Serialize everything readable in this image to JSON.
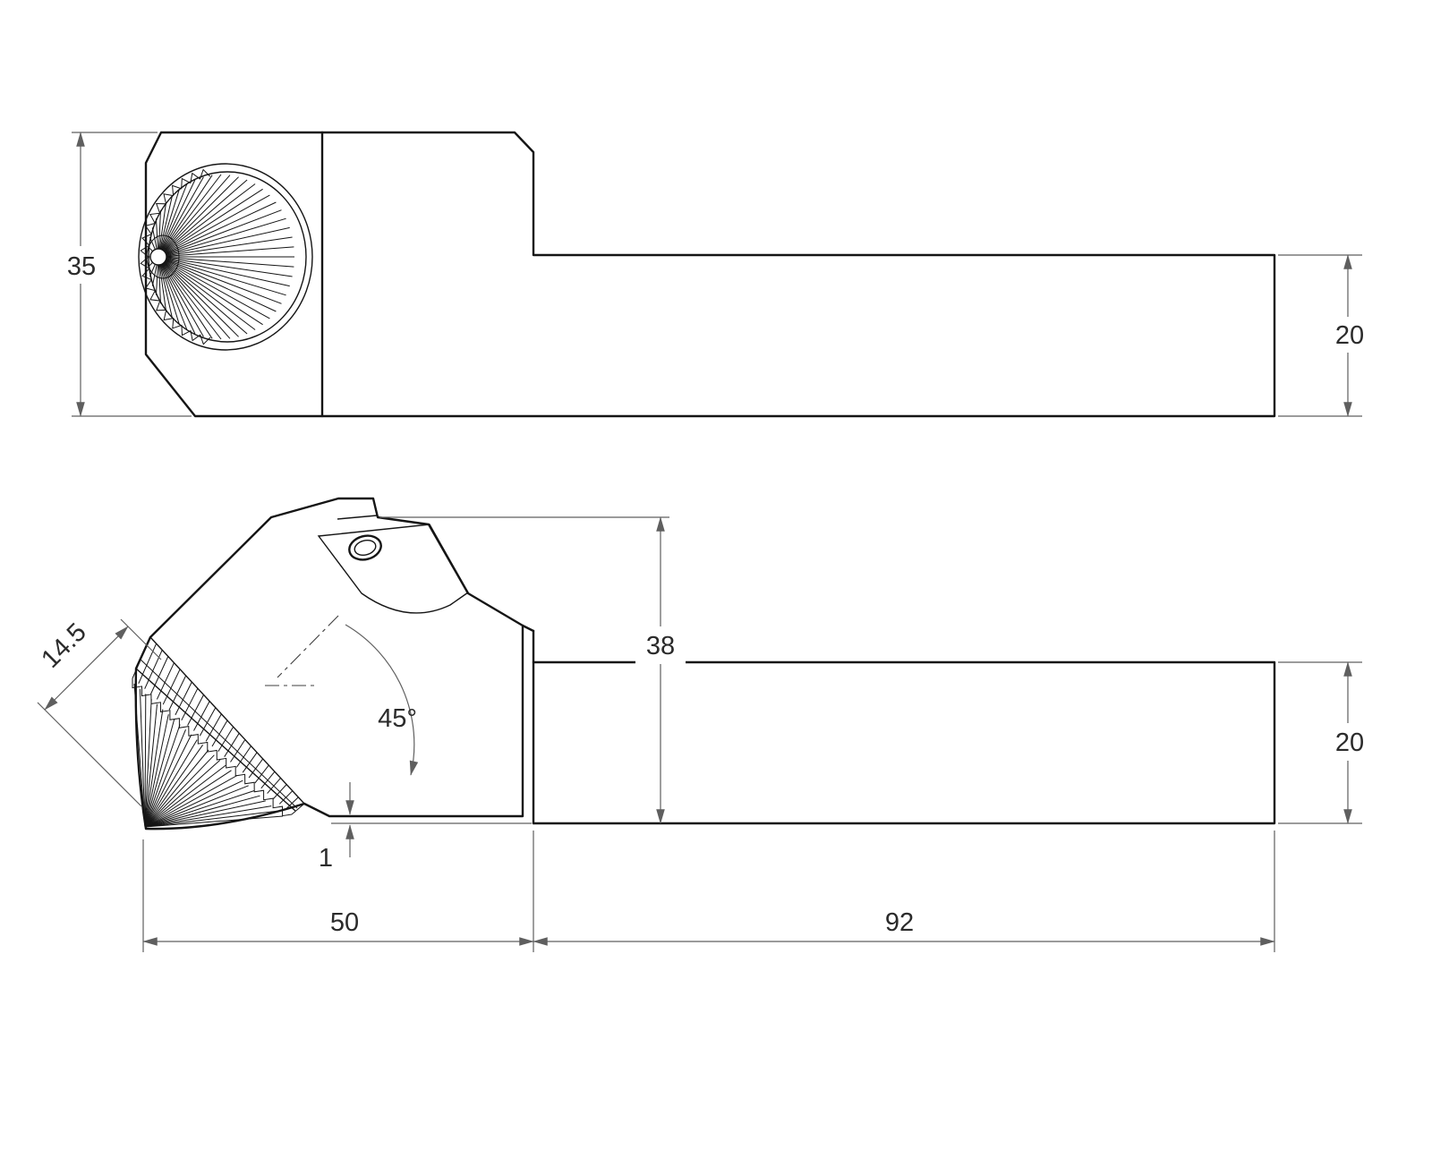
{
  "colors": {
    "background": "#ffffff",
    "part_line": "#151515",
    "dim_line": "#5f5f5f",
    "text": "#2b2b2b"
  },
  "dimensions": {
    "top_view": {
      "head_height": "35",
      "shank_height": "20"
    },
    "front_view": {
      "cutter_length": "14.5",
      "head_angle": "45°",
      "head_height": "38",
      "tip_step": "1",
      "head_length": "50",
      "shank_length": "92",
      "shank_height": "20"
    }
  }
}
